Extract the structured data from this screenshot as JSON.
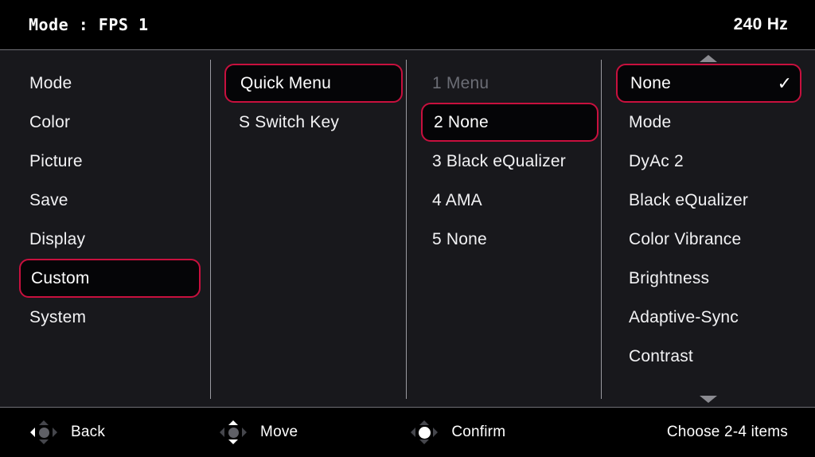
{
  "header": {
    "mode_label": "Mode : FPS 1",
    "refresh_rate": "240 Hz"
  },
  "colors": {
    "accent": "#c8103e",
    "panel_bg": "#18181c",
    "bar_bg": "#000000",
    "text": "#f2f2f4",
    "muted_text": "#6b6d75",
    "divider": "#9a9aa0"
  },
  "menu": {
    "column1": {
      "items": [
        {
          "label": "Mode",
          "selected": false,
          "disabled": false
        },
        {
          "label": "Color",
          "selected": false,
          "disabled": false
        },
        {
          "label": "Picture",
          "selected": false,
          "disabled": false
        },
        {
          "label": "Save",
          "selected": false,
          "disabled": false
        },
        {
          "label": "Display",
          "selected": false,
          "disabled": false
        },
        {
          "label": "Custom",
          "selected": true,
          "disabled": false
        },
        {
          "label": "System",
          "selected": false,
          "disabled": false
        }
      ]
    },
    "column2": {
      "items": [
        {
          "label": "Quick Menu",
          "selected": true,
          "disabled": false
        },
        {
          "label": "S Switch Key",
          "selected": false,
          "disabled": false
        }
      ]
    },
    "column3": {
      "items": [
        {
          "label": "1 Menu",
          "selected": false,
          "disabled": true
        },
        {
          "label": "2 None",
          "selected": true,
          "disabled": false
        },
        {
          "label": "3 Black eQualizer",
          "selected": false,
          "disabled": false
        },
        {
          "label": "4 AMA",
          "selected": false,
          "disabled": false
        },
        {
          "label": "5 None",
          "selected": false,
          "disabled": false
        }
      ]
    },
    "column4": {
      "scroll_up_icon": "triangle-up-icon",
      "scroll_down_icon": "triangle-down-icon",
      "check_glyph": "✓",
      "items": [
        {
          "label": "None",
          "selected": true,
          "checked": true
        },
        {
          "label": "Mode",
          "selected": false,
          "checked": false
        },
        {
          "label": "DyAc 2",
          "selected": false,
          "checked": false
        },
        {
          "label": "Black eQualizer",
          "selected": false,
          "checked": false
        },
        {
          "label": "Color Vibrance",
          "selected": false,
          "checked": false
        },
        {
          "label": "Brightness",
          "selected": false,
          "checked": false
        },
        {
          "label": "Adaptive-Sync",
          "selected": false,
          "checked": false
        },
        {
          "label": "Contrast",
          "selected": false,
          "checked": false
        }
      ]
    }
  },
  "footer": {
    "hints": [
      {
        "label": "Back",
        "icon": "dpad-left-icon"
      },
      {
        "label": "Move",
        "icon": "dpad-updown-icon"
      },
      {
        "label": "Confirm",
        "icon": "dpad-center-icon"
      }
    ],
    "note": "Choose 2-4 items"
  }
}
